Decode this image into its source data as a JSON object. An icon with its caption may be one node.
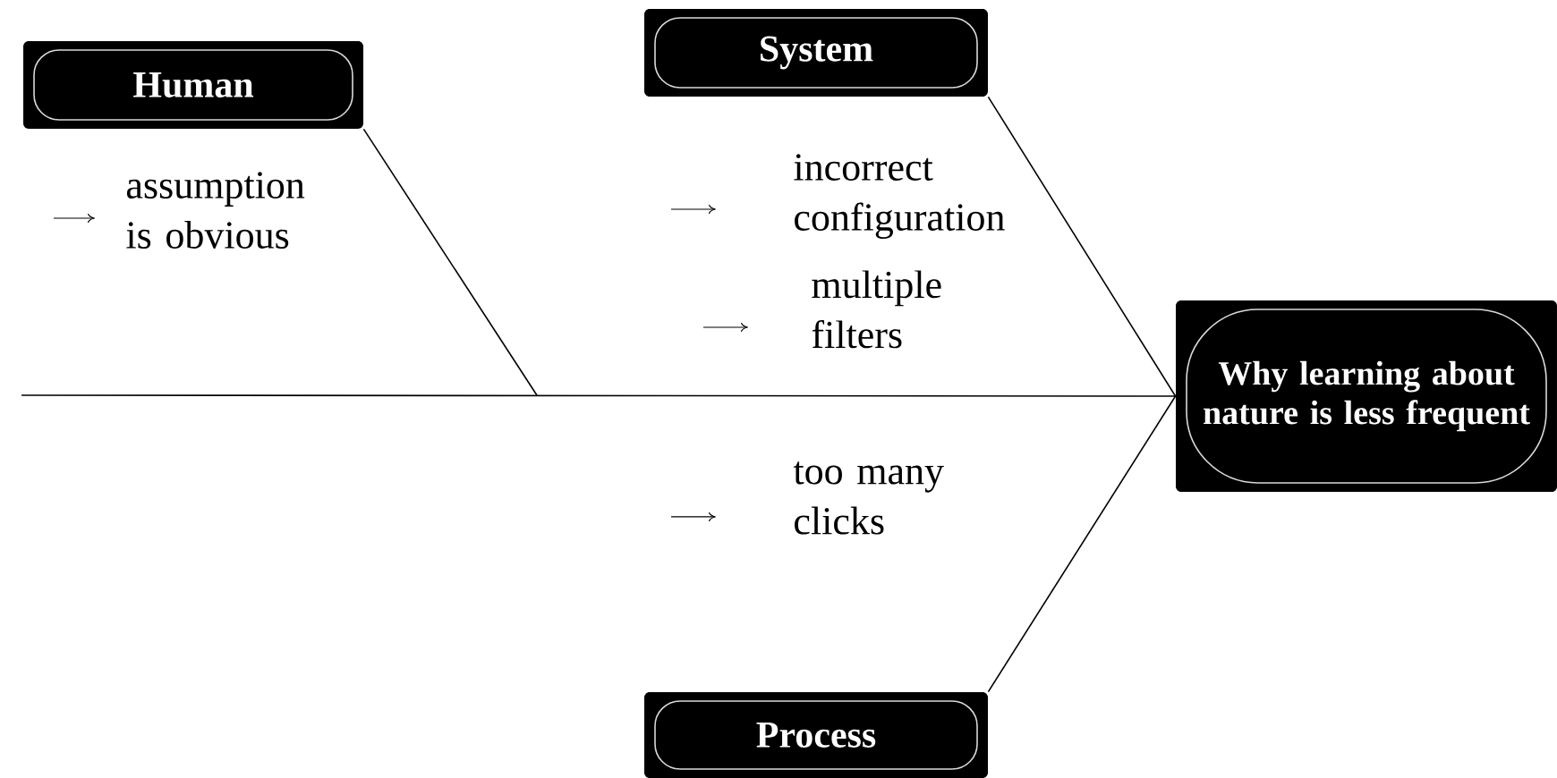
{
  "diagram": {
    "nodes": [
      {
        "text": [
          "Human"
        ]
      },
      {
        "text": [
          "System"
        ]
      },
      {
        "text": [
          "Process"
        ]
      },
      {
        "text": [
          "Why learning about nature is less frequent"
        ]
      }
    ],
    "edges": [
      {
        "from": 0,
        "to": null,
        "arrow": "none"
      },
      {
        "from": null,
        "to": 3,
        "arrow": "none"
      },
      {
        "from": 1,
        "to": 3,
        "arrow": "none"
      },
      {
        "from": 2,
        "to": 3,
        "arrow": "none"
      }
    ],
    "labels": [
      "assumption is obvious",
      "incorrect configuration",
      "multiple filters",
      "too many clicks"
    ]
  }
}
